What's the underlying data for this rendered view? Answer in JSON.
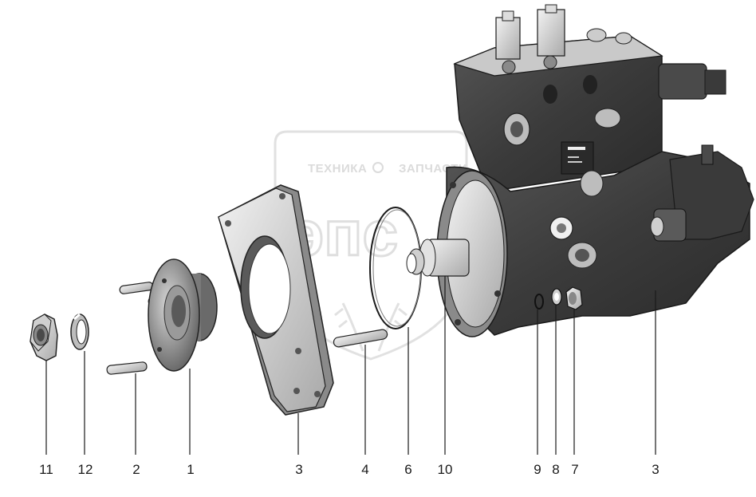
{
  "watermark": {
    "left_word": "ТЕХНИКА",
    "right_word": "ЗАПЧАСТИ",
    "logo_letters": "эпс"
  },
  "callouts": [
    {
      "id": "c11",
      "label": "11"
    },
    {
      "id": "c12",
      "label": "12"
    },
    {
      "id": "c2",
      "label": "2"
    },
    {
      "id": "c1",
      "label": "1"
    },
    {
      "id": "c3a",
      "label": "3"
    },
    {
      "id": "c4",
      "label": "4"
    },
    {
      "id": "c6",
      "label": "6"
    },
    {
      "id": "c10",
      "label": "10"
    },
    {
      "id": "c9",
      "label": "9"
    },
    {
      "id": "c8",
      "label": "8"
    },
    {
      "id": "c7",
      "label": "7"
    },
    {
      "id": "c3b",
      "label": "3"
    }
  ],
  "colors": {
    "metal_dark": "#3a3a3a",
    "metal_mid": "#6a6a6a",
    "metal_light": "#bdbdbd",
    "metal_highlight": "#e6e6e6",
    "watermark": "#dcdcdc",
    "line": "#1a1a1a"
  }
}
